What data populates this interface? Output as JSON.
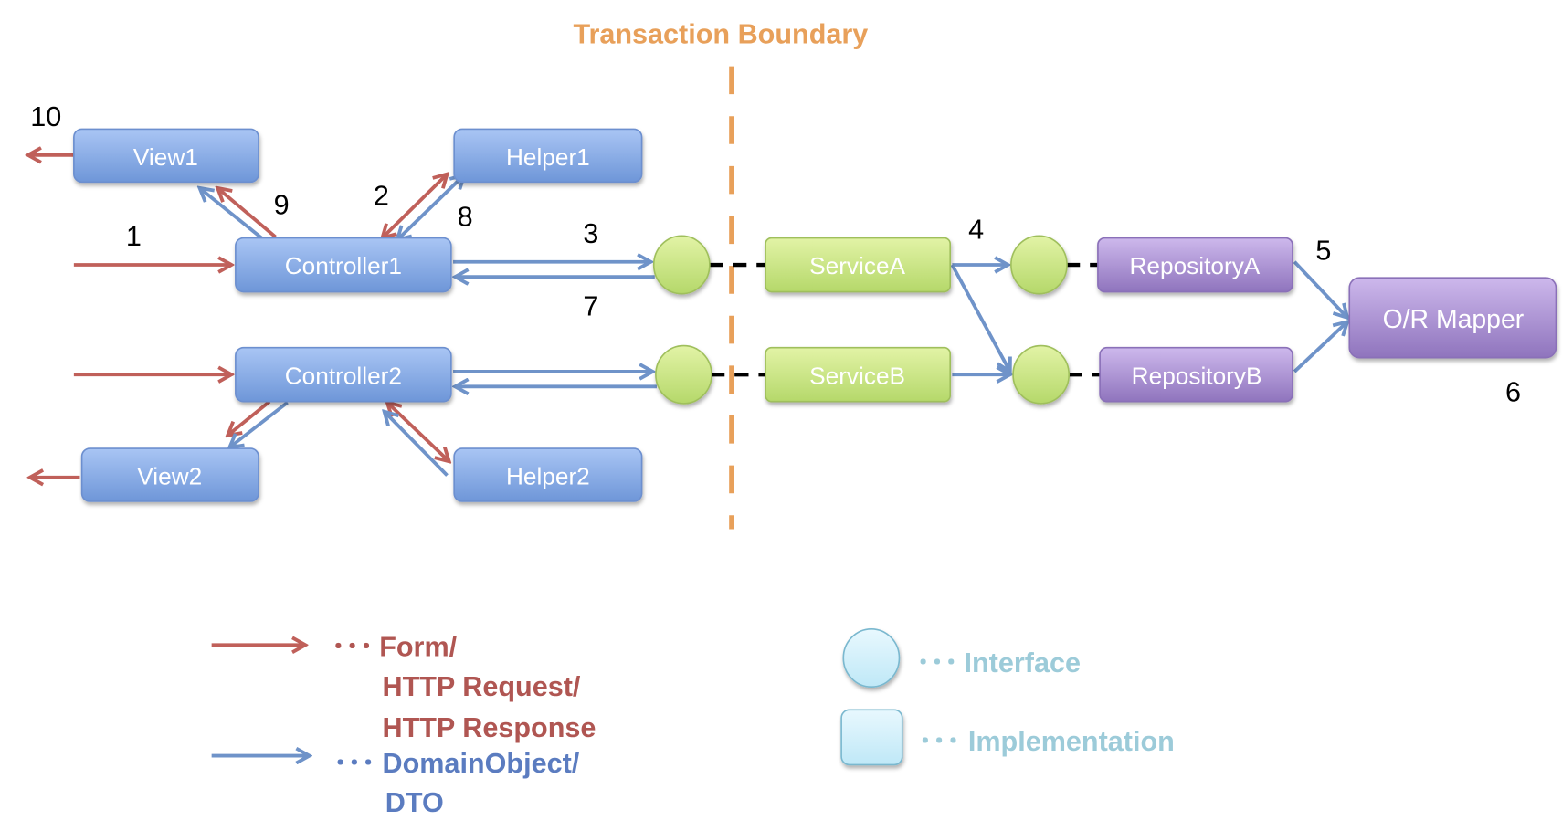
{
  "title": "Transaction Boundary",
  "nodes": {
    "view1": "View1",
    "helper1": "Helper1",
    "controller1": "Controller1",
    "controller2": "Controller2",
    "view2": "View2",
    "helper2": "Helper2",
    "serviceA": "ServiceA",
    "serviceB": "ServiceB",
    "repositoryA": "RepositoryA",
    "repositoryB": "RepositoryB",
    "orMapper": "O/R Mapper"
  },
  "steps": {
    "s1": "1",
    "s2": "2",
    "s3": "3",
    "s4": "4",
    "s5": "5",
    "s6": "6",
    "s7": "7",
    "s8": "8",
    "s9": "9",
    "s10": "10"
  },
  "legend": {
    "red_prefix": "･･･",
    "red_line1": "Form/",
    "red_line2": "HTTP Request/",
    "red_line3": "HTTP Response",
    "blue_prefix": "･･･",
    "blue_line1": "DomainObject/",
    "blue_line2": "DTO",
    "interface_prefix": "･･･",
    "interface_label": "Interface",
    "impl_prefix": "･･･",
    "impl_label": "Implementation"
  },
  "colors": {
    "request_arrow": "#c0605a",
    "domain_arrow": "#6f93c9",
    "boundary": "#e8a05a",
    "controller_layer": "#7ea3e0",
    "service_layer": "#c3e07a",
    "repository_layer": "#a086c8"
  }
}
